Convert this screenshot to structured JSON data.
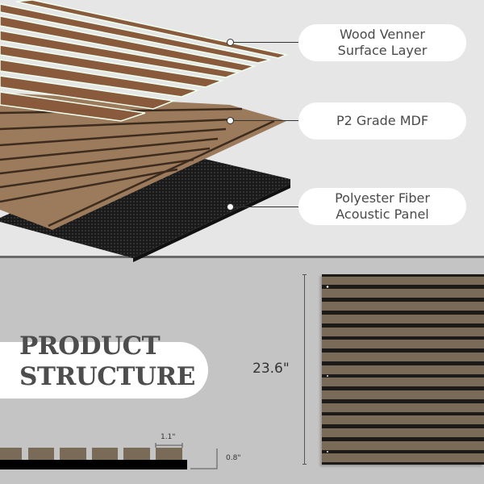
{
  "layers": [
    {
      "label_line1": "Wood Venner",
      "label_line2": "Surface Layer"
    },
    {
      "label_line1": "P2 Grade MDF",
      "label_line2": ""
    },
    {
      "label_line1": "Polyester Fiber",
      "label_line2": "Acoustic Panel"
    }
  ],
  "title": {
    "line1": "PRODUCT",
    "line2": "STRUCTURE"
  },
  "dimensions": {
    "height": "23.6\"",
    "slat_width": "1.1\"",
    "thickness": "0.8\""
  },
  "colors": {
    "top_bg": "#e6e6e6",
    "bottom_bg": "#c4c4c4",
    "wood": "#7a6553",
    "veneer": "#8a5a3c",
    "felt": "#1c1c1c"
  }
}
